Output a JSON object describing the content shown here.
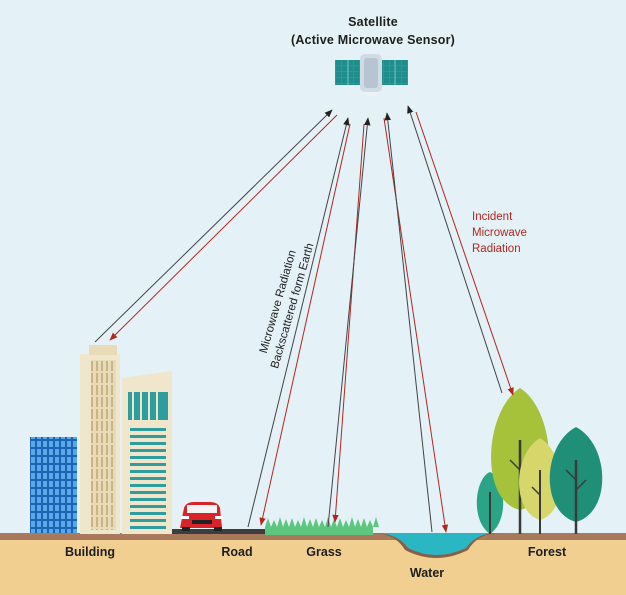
{
  "satellite": {
    "title": "Satellite",
    "subtitle": "(Active Microwave Sensor)"
  },
  "annotations": {
    "incident_line1": "Incident",
    "incident_line2": "Microwave",
    "incident_line3": "Radiation",
    "backscatter_line1": "Microwave Radiation",
    "backscatter_line2": "Backscattered form Earth"
  },
  "ground_labels": {
    "building": "Building",
    "road": "Road",
    "grass": "Grass",
    "water": "Water",
    "forest": "Forest"
  },
  "colors": {
    "sky": "#e4f1f7",
    "ground": "#f1cf90",
    "soil": "#a8795a",
    "incident": "#b3261e",
    "backscatter": "#222222",
    "water": "#2bb6c4",
    "grass": "#5cc57e",
    "car": "#d8232a",
    "panel": "#1f8d8c"
  }
}
